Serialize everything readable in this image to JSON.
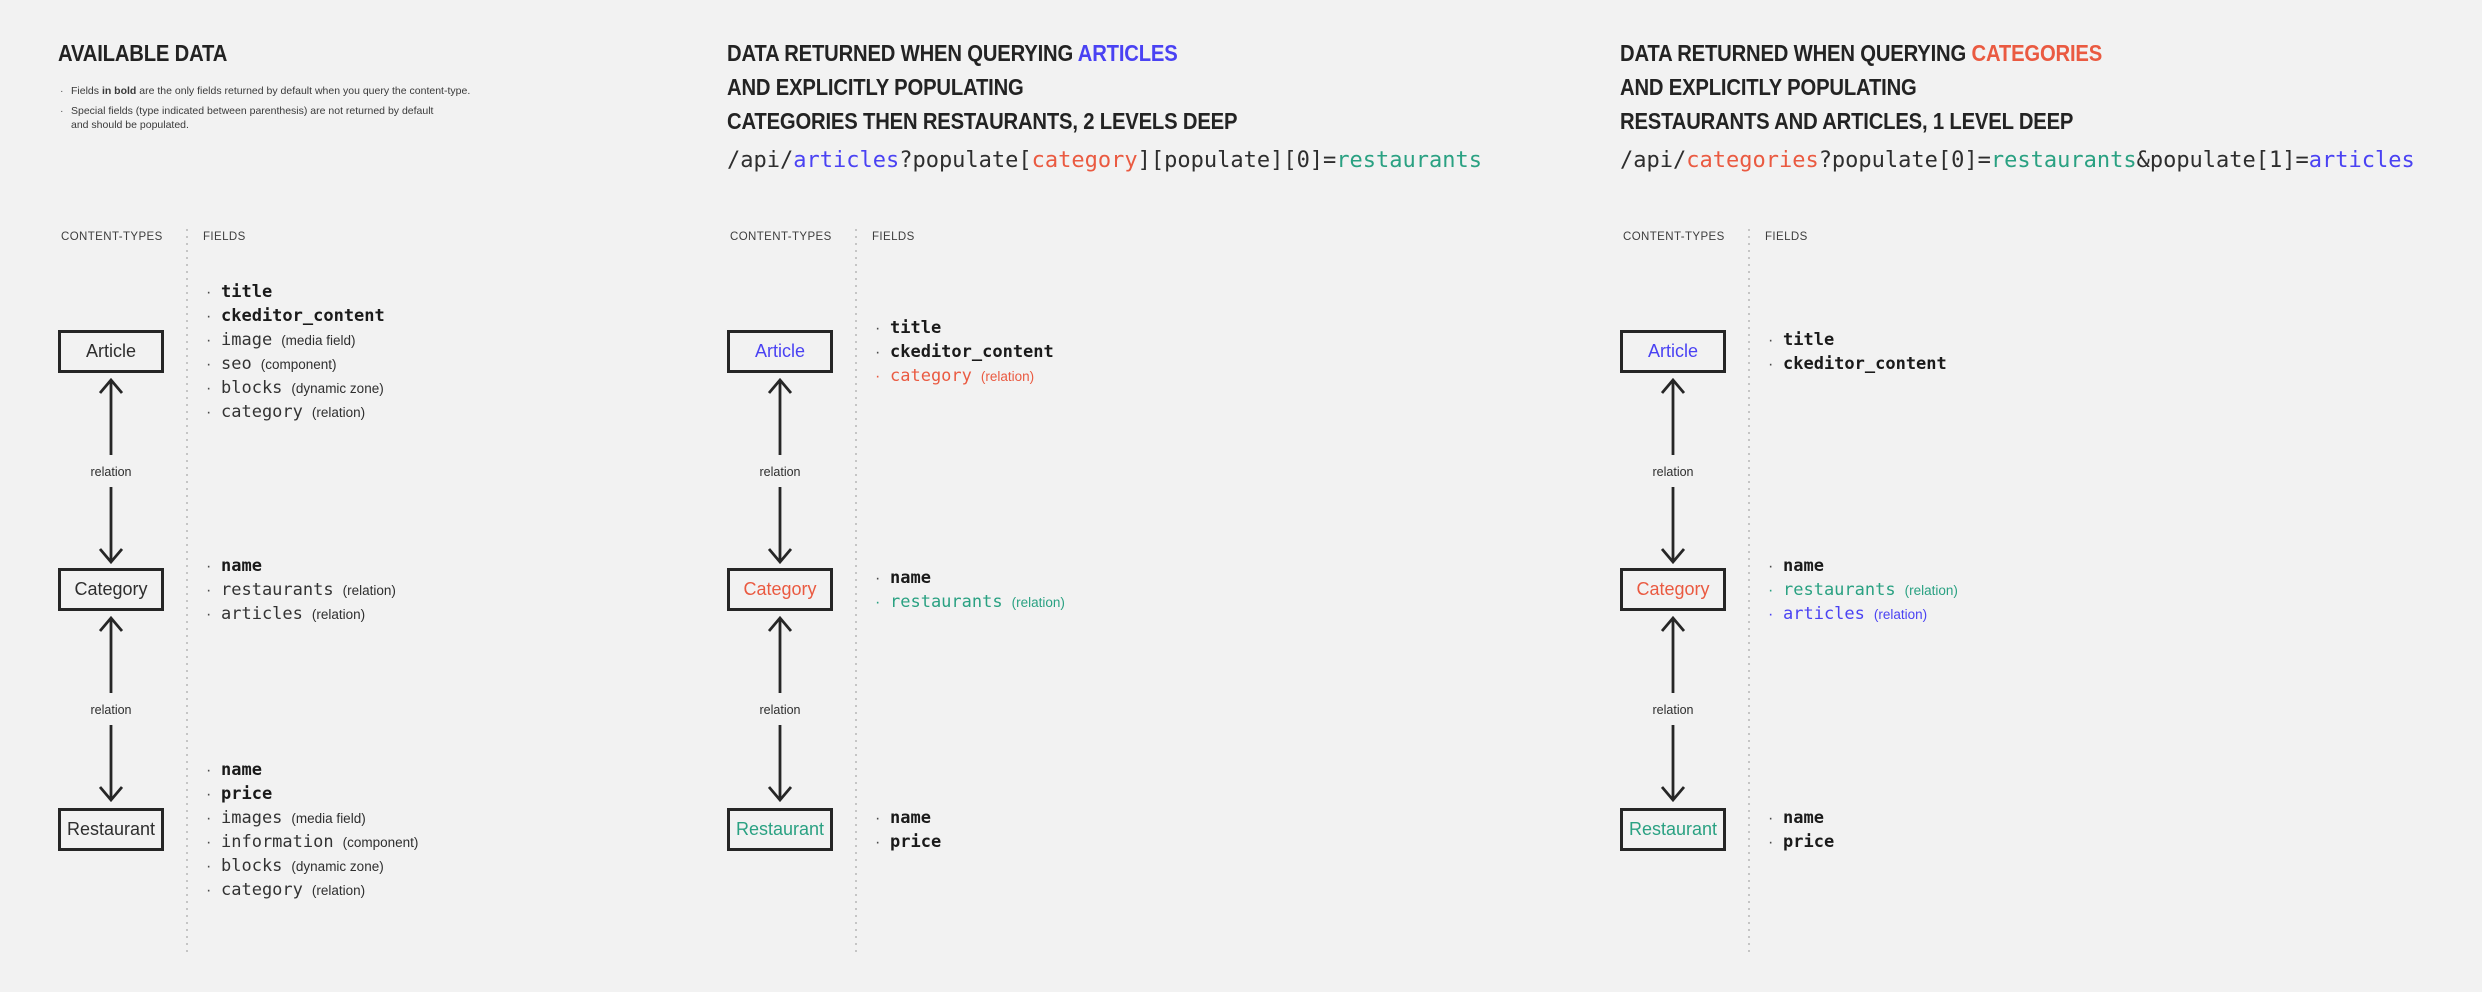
{
  "colors": {
    "ink": "#2e2e2e",
    "blue": "#4a42f3",
    "red": "#ea5a41",
    "teal": "#2aa182"
  },
  "columns": [
    {
      "id": "available-data",
      "title_lines": [
        [
          {
            "t": "AVAILABLE DATA"
          }
        ]
      ],
      "notes": [
        [
          {
            "t": "Fields "
          },
          {
            "t": "in bold",
            "b": true
          },
          {
            "t": " are the only fields returned by default when you query the content-type."
          }
        ],
        [
          {
            "t": "Special fields (type indicated between parenthesis) are not returned by default"
          },
          {
            "br": true
          },
          {
            "t": "and should be populated."
          }
        ]
      ],
      "labels": {
        "content_types": "CONTENT-TYPES",
        "fields": "FIELDS"
      },
      "relation_label": "relation",
      "nodes": [
        {
          "name": "Article",
          "color": "ink",
          "fields": [
            {
              "n": "title",
              "b": true
            },
            {
              "n": "ckeditor_content",
              "b": true
            },
            {
              "n": "image",
              "type": "(media field)"
            },
            {
              "n": "seo",
              "type": "(component)"
            },
            {
              "n": "blocks",
              "type": "(dynamic zone)"
            },
            {
              "n": "category",
              "type": "(relation)"
            }
          ]
        },
        {
          "name": "Category",
          "color": "ink",
          "fields": [
            {
              "n": "name",
              "b": true
            },
            {
              "n": "restaurants",
              "type": "(relation)"
            },
            {
              "n": "articles",
              "type": "(relation)"
            }
          ]
        },
        {
          "name": "Restaurant",
          "color": "ink",
          "fields": [
            {
              "n": "name",
              "b": true
            },
            {
              "n": "price",
              "b": true
            },
            {
              "n": "images",
              "type": "(media field)"
            },
            {
              "n": "information",
              "type": "(component)"
            },
            {
              "n": "blocks",
              "type": "(dynamic zone)"
            },
            {
              "n": "category",
              "type": "(relation)"
            }
          ]
        }
      ]
    },
    {
      "id": "query-articles",
      "title_lines": [
        [
          {
            "t": "DATA RETURNED WHEN QUERYING "
          },
          {
            "t": "ARTICLES",
            "c": "blue"
          }
        ],
        [
          {
            "t": "AND EXPLICITLY POPULATING"
          }
        ],
        [
          {
            "t": "CATEGORIES THEN RESTAURANTS, 2 LEVELS DEEP"
          }
        ]
      ],
      "code": [
        {
          "t": "/api/"
        },
        {
          "t": "articles",
          "c": "blue"
        },
        {
          "t": "?populate["
        },
        {
          "t": "category",
          "c": "red"
        },
        {
          "t": "][populate][0]="
        },
        {
          "t": "restaurants",
          "c": "teal"
        }
      ],
      "labels": {
        "content_types": "CONTENT-TYPES",
        "fields": "FIELDS"
      },
      "relation_label": "relation",
      "nodes": [
        {
          "name": "Article",
          "color": "blue",
          "fields": [
            {
              "n": "title",
              "b": true
            },
            {
              "n": "ckeditor_content",
              "b": true
            },
            {
              "n": "category",
              "c": "red",
              "type": "(relation)"
            }
          ]
        },
        {
          "name": "Category",
          "color": "red",
          "fields": [
            {
              "n": "name",
              "b": true
            },
            {
              "n": "restaurants",
              "c": "teal",
              "type": "(relation)"
            }
          ]
        },
        {
          "name": "Restaurant",
          "color": "teal",
          "fields": [
            {
              "n": "name",
              "b": true
            },
            {
              "n": "price",
              "b": true
            }
          ]
        }
      ]
    },
    {
      "id": "query-categories",
      "title_lines": [
        [
          {
            "t": "DATA RETURNED WHEN QUERYING "
          },
          {
            "t": "CATEGORIES",
            "c": "red"
          }
        ],
        [
          {
            "t": "AND EXPLICITLY POPULATING"
          }
        ],
        [
          {
            "t": "RESTAURANTS AND ARTICLES, 1 LEVEL DEEP"
          }
        ]
      ],
      "code": [
        {
          "t": "/api/"
        },
        {
          "t": "categories",
          "c": "red"
        },
        {
          "t": "?populate[0]="
        },
        {
          "t": "restaurants",
          "c": "teal"
        },
        {
          "t": "&populate[1]="
        },
        {
          "t": "articles",
          "c": "blue"
        }
      ],
      "labels": {
        "content_types": "CONTENT-TYPES",
        "fields": "FIELDS"
      },
      "relation_label": "relation",
      "nodes": [
        {
          "name": "Article",
          "color": "blue",
          "fields": [
            {
              "n": "title",
              "b": true
            },
            {
              "n": "ckeditor_content",
              "b": true
            }
          ]
        },
        {
          "name": "Category",
          "color": "red",
          "fields": [
            {
              "n": "name",
              "b": true
            },
            {
              "n": "restaurants",
              "c": "teal",
              "type": "(relation)"
            },
            {
              "n": "articles",
              "c": "blue",
              "type": "(relation)"
            }
          ]
        },
        {
          "name": "Restaurant",
          "color": "teal",
          "fields": [
            {
              "n": "name",
              "b": true
            },
            {
              "n": "price",
              "b": true
            }
          ]
        }
      ]
    }
  ]
}
